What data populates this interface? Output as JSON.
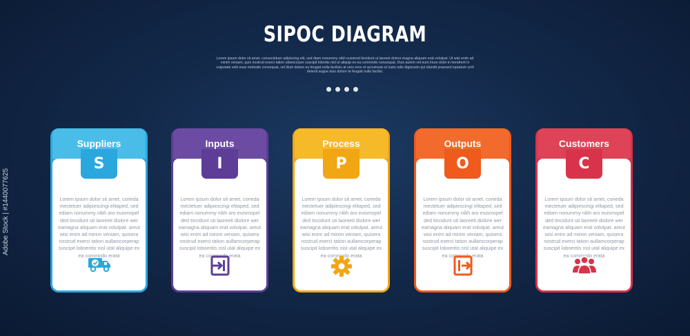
{
  "title": "SIPOC DIAGRAM",
  "subtitle": "Lorem ipsum dolor sit amet, consectetuer adipiscing elit, sed diam nonummy nibh euismod tincidunt ut laoreet dolore magna aliquam erat volutpat. Ut wisi enim ad minim veniam, quis nostrud exerci tation ullamcorper suscipit lobortis nisl ut aliquip ex ea commodo consequat. Duis autem vel eum iriure dolor in hendrerit in vulputate velit esse molestie consequat, vel illum dolore eu feugiat nulla facilisis at vero eros et accumsan et iusto odio dignissim qui blandit praesent luptatum zzril delenit augue duis dolore te feugait nulla facilisi.",
  "watermark": "Adobe Stock | #1440077625",
  "card_text": "Lorem ipsum dolor sit amet, corieda mectetuer adipiescingi elitaped, sed ediam nonummy nibh aro euismopel ded tincidunt uti laoreeti diolore wer eamagna aliquam erat volutpat. areut wisi enim ad minim veniam, quisera nostrud exerci tation aullamcorperap suscipit loboeritis nisl utal aliquipe ex ea commodo erata",
  "cards": [
    {
      "title": "Suppliers",
      "letter": "S",
      "color": "#2aa8dd",
      "header_color": "#49bde8",
      "icon": "delivery-truck-icon"
    },
    {
      "title": "Inputs",
      "letter": "I",
      "color": "#5d3d96",
      "header_color": "#6c4ca3",
      "icon": "sign-in-icon"
    },
    {
      "title": "Process",
      "letter": "P",
      "color": "#f1a614",
      "header_color": "#f6b92a",
      "icon": "gear-icon"
    },
    {
      "title": "Outputs",
      "letter": "O",
      "color": "#f05a1c",
      "header_color": "#f26a2c",
      "icon": "sign-out-icon"
    },
    {
      "title": "Customers",
      "letter": "C",
      "color": "#d8334a",
      "header_color": "#de4357",
      "icon": "group-icon"
    }
  ]
}
